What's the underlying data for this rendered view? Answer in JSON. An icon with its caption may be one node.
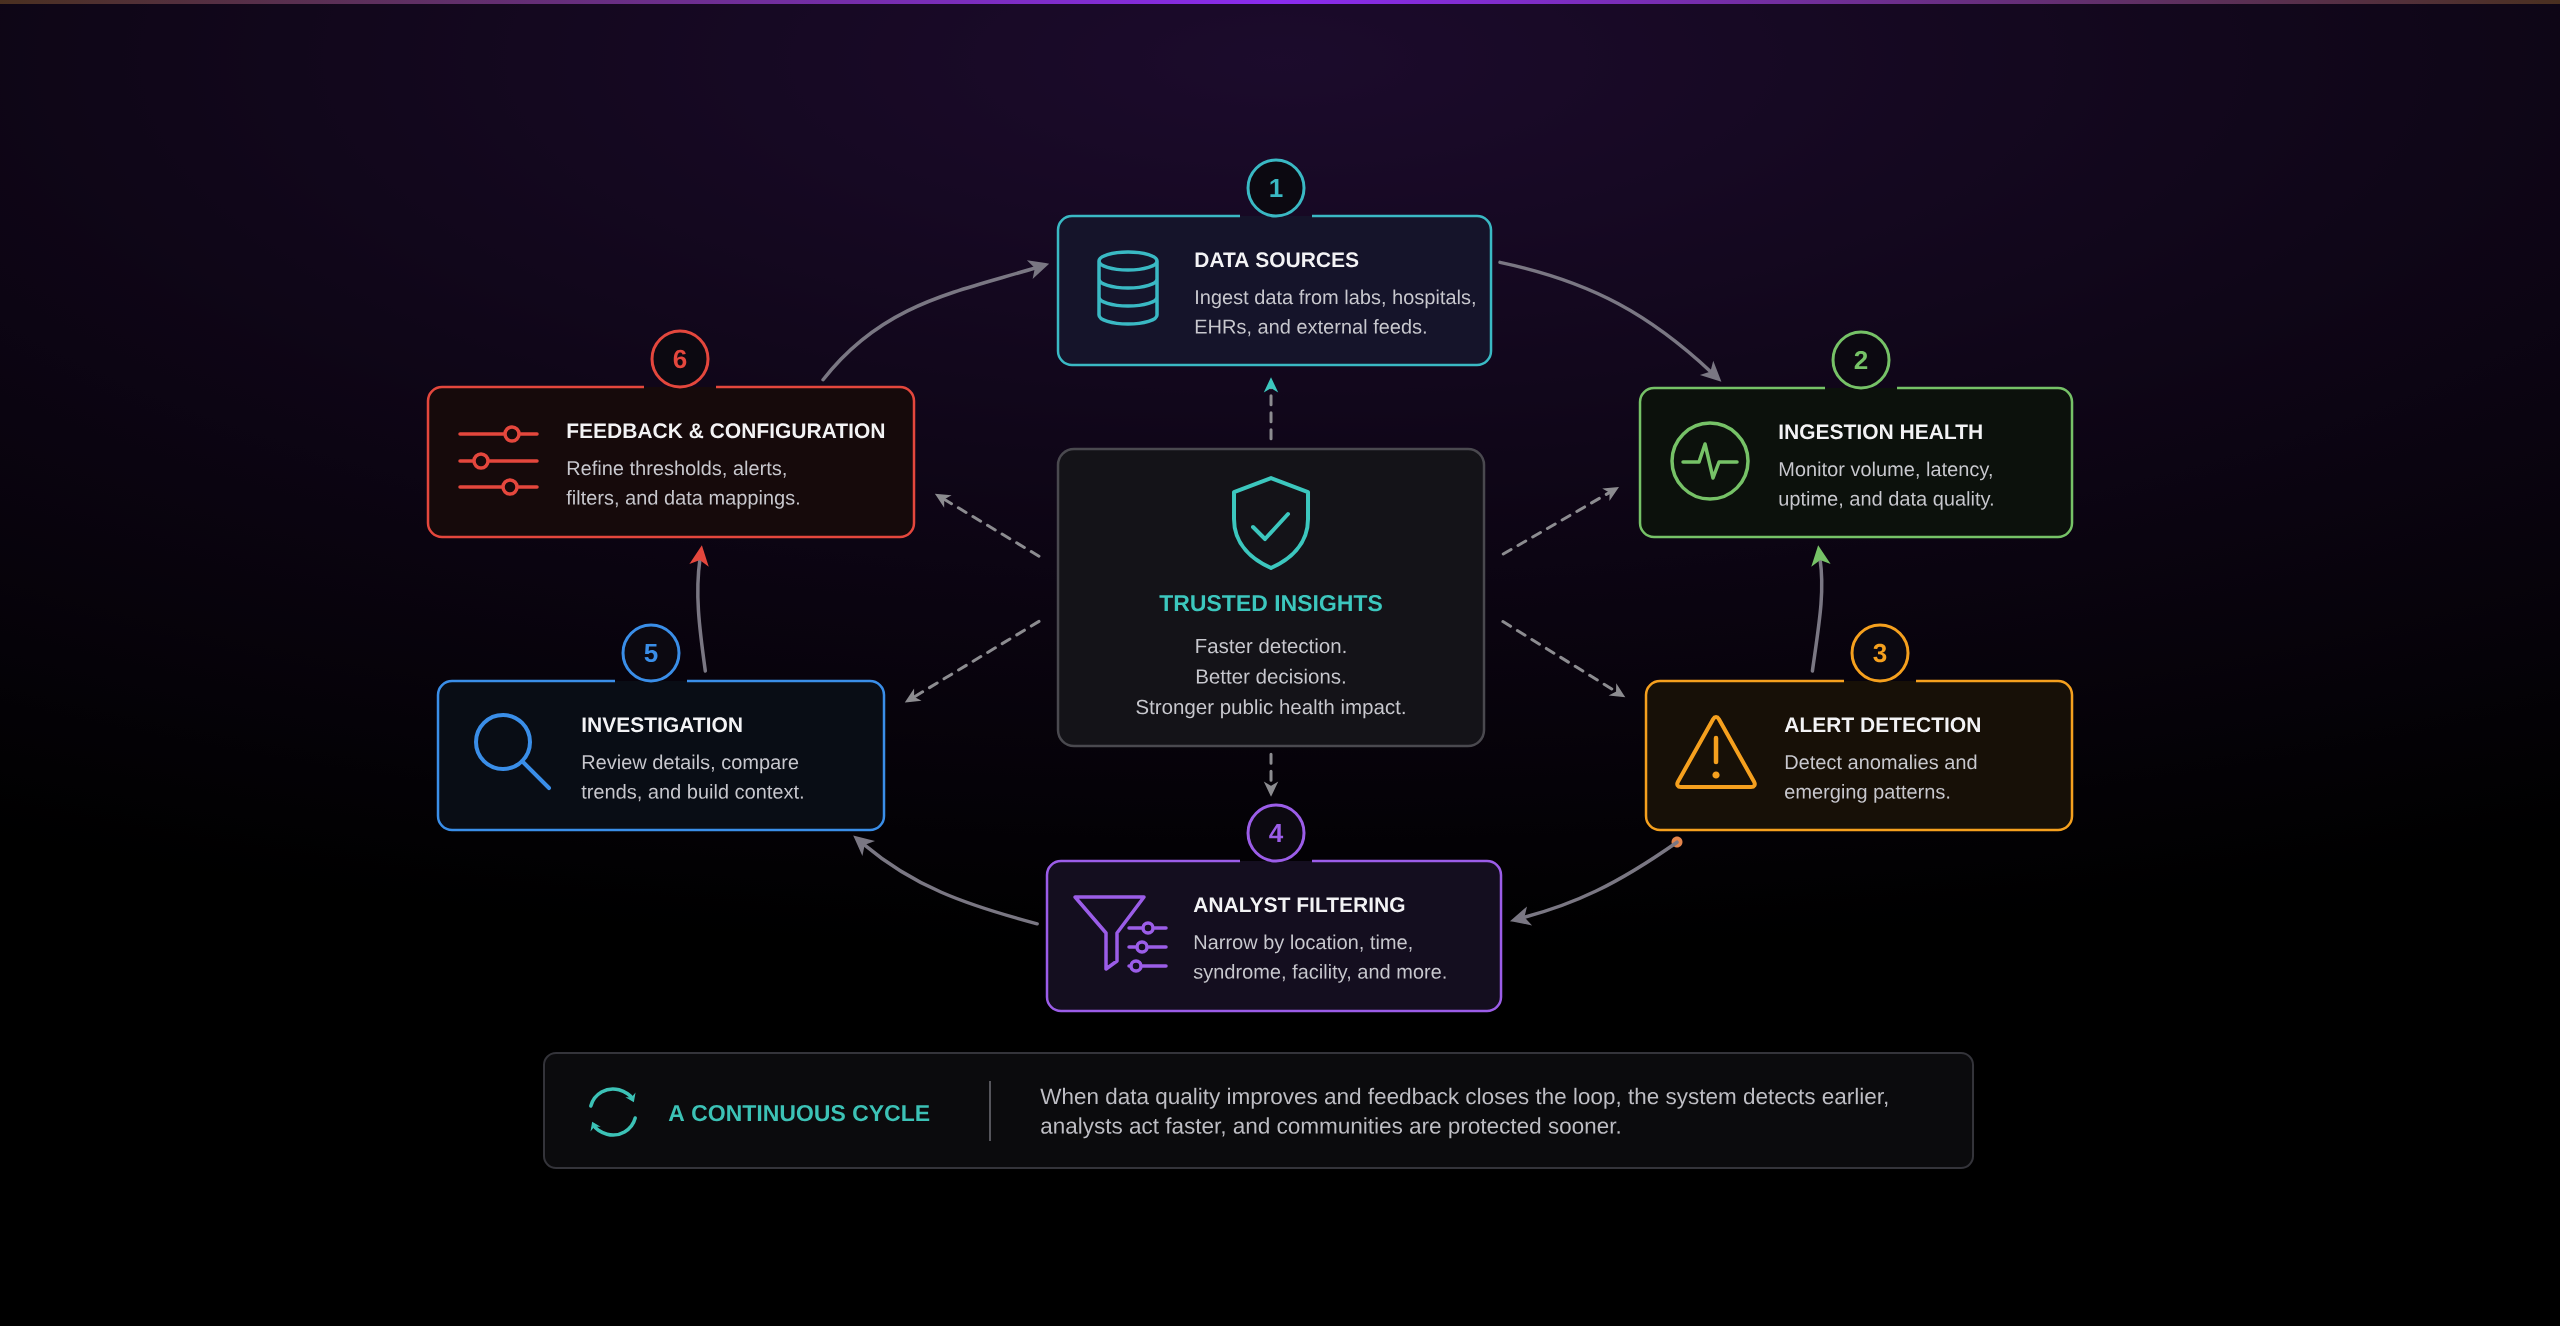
{
  "diagram": {
    "nodes": [
      {
        "text": [
          "1",
          "DATA SOURCES",
          "Ingest data from labs, hospitals, EHRs, and external feeds."
        ]
      },
      {
        "text": [
          "2",
          "INGESTION HEALTH",
          "Monitor volume, latency, uptime, and data quality."
        ]
      },
      {
        "text": [
          "3",
          "ALERT DETECTION",
          "Detect anomalies and emerging patterns."
        ]
      },
      {
        "text": [
          "4",
          "ANALYST FILTERING",
          "Narrow by location, time, syndrome, facility, and more."
        ]
      },
      {
        "text": [
          "5",
          "INVESTIGATION",
          "Review details, compare trends, and build context."
        ]
      },
      {
        "text": [
          "6",
          "FEEDBACK & CONFIGURATION",
          "Refine thresholds, alerts, filters, and data mappings."
        ]
      },
      {
        "text": [
          "TRUSTED INSIGHTS",
          "Faster detection. Better decisions. Stronger public health impact."
        ]
      },
      {
        "text": [
          "A CONTINUOUS CYCLE",
          "When data quality improves and feedback closes the loop, the system detects earlier, analysts act faster, and communities are protected sooner."
        ]
      }
    ],
    "edges": [
      {
        "from": 5,
        "to": 0,
        "arrow": "to"
      },
      {
        "from": 0,
        "to": 1,
        "arrow": "to"
      },
      {
        "from": 2,
        "to": 1,
        "arrow": "to"
      },
      {
        "from": 2,
        "to": 3,
        "arrow": "to"
      },
      {
        "from": 3,
        "to": 4,
        "arrow": "to"
      },
      {
        "from": 4,
        "to": 5,
        "arrow": "to"
      },
      {
        "from": 6,
        "to": 0,
        "arrow": "to",
        "style": "dashed"
      },
      {
        "from": 6,
        "to": 1,
        "arrow": "to",
        "style": "dashed"
      },
      {
        "from": 6,
        "to": 2,
        "arrow": "to",
        "style": "dashed"
      },
      {
        "from": 6,
        "to": 3,
        "arrow": "to",
        "style": "dashed"
      },
      {
        "from": 6,
        "to": 4,
        "arrow": "to",
        "style": "dashed"
      },
      {
        "from": 6,
        "to": 5,
        "arrow": "to",
        "style": "dashed"
      }
    ]
  }
}
